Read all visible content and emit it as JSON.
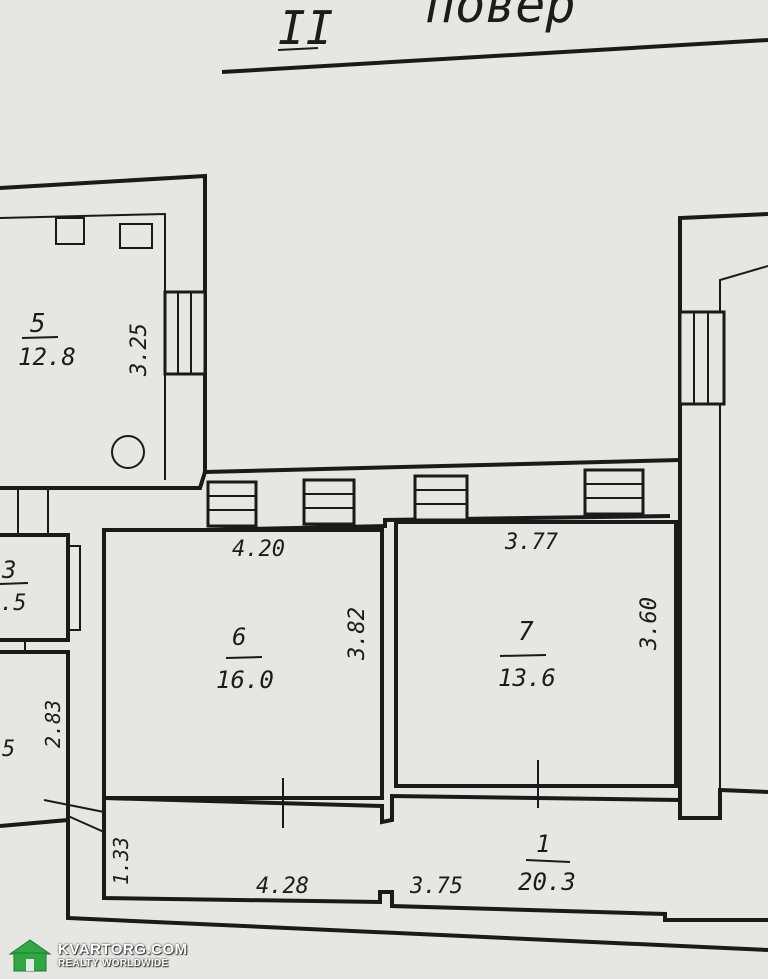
{
  "header": {
    "floor_label": "II",
    "title_fragment": "повер"
  },
  "rooms": [
    {
      "number": "5",
      "area": "12.8",
      "dim": "3.25"
    },
    {
      "number": "6",
      "area": "16.0",
      "dim_top": "4.20",
      "dim_side": "3.82"
    },
    {
      "number": "7",
      "area": "13.6",
      "dim_top": "3.77",
      "dim_side": "3.60"
    },
    {
      "number": "1",
      "area": "20.3",
      "dim_left": "4.28",
      "dim_right": "3.75",
      "dim_height": "1.33"
    },
    {
      "number": "3",
      "area": ".5"
    },
    {
      "number": "5",
      "dim": "2.83"
    }
  ],
  "watermark": {
    "name": "KVARTORG.COM",
    "subtitle": "REALTY WORLDWIDE",
    "logo_color": "#2fa844",
    "logo_icon": "house-icon"
  }
}
